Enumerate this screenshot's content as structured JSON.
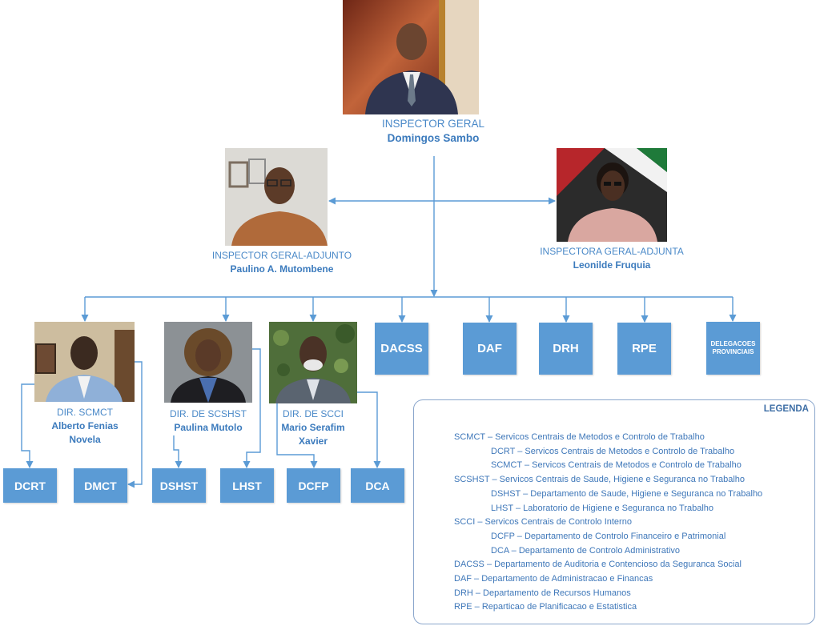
{
  "head": {
    "title": "INSPECTOR GERAL",
    "name": "Domingos Sambo"
  },
  "deputies": [
    {
      "title": "INSPECTOR GERAL-ADJUNTO",
      "name": "Paulino A. Mutombene"
    },
    {
      "title": "INSPECTORA GERAL-ADJUNTA",
      "name": "Leonilde Fruquia"
    }
  ],
  "directors": [
    {
      "title": "DIR. SCMCT",
      "name": "Alberto Fenias Novela"
    },
    {
      "title": "DIR. DE SCSHST",
      "name": "Paulina Mutolo"
    },
    {
      "title": "DIR. DE SCCI",
      "name": "Mario Serafim Xavier"
    }
  ],
  "units": [
    "DACSS",
    "DAF",
    "DRH",
    "RPE",
    "DELEGACOES PROVINCIAIS"
  ],
  "departments": [
    "DCRT",
    "DMCT",
    "DSHST",
    "LHST",
    "DCFP",
    "DCA"
  ],
  "legend": {
    "title": "LEGENDA",
    "groups": [
      {
        "text": "SCMCT – Servicos Centrais de Metodos e Controlo de Trabalho",
        "children": [
          "DCRT – Servicos Centrais de Metodos e Controlo de Trabalho",
          "SCMCT – Servicos Centrais de Metodos e Controlo de Trabalho"
        ]
      },
      {
        "text": "SCSHST – Servicos Centrais de Saude, Higiene e Seguranca no Trabalho",
        "children": [
          "DSHST – Departamento de Saude, Higiene e Seguranca no Trabalho",
          "LHST – Laboratorio de Higiene e Seguranca no Trabalho"
        ]
      },
      {
        "text": "SCCI – Servicos Centrais de Controlo Interno",
        "children": [
          "DCFP – Departamento de Controlo Financeiro e Patrimonial",
          "DCA – Departamento de Controlo Administrativo"
        ]
      },
      {
        "text": "DACSS – Departamento de Auditoria e Contencioso da Seguranca Social",
        "children": []
      },
      {
        "text": "DAF – Departamento de Administracao e Financas",
        "children": []
      },
      {
        "text": "DRH – Departamento de Recursos Humanos",
        "children": []
      },
      {
        "text": "RPE – Reparticao de Planificacao e Estatistica",
        "children": []
      }
    ]
  },
  "colors": {
    "box": "#5b9bd5",
    "line": "#5b9bd5",
    "text": "#4a89c8",
    "legend_text": "#3e77b9"
  }
}
